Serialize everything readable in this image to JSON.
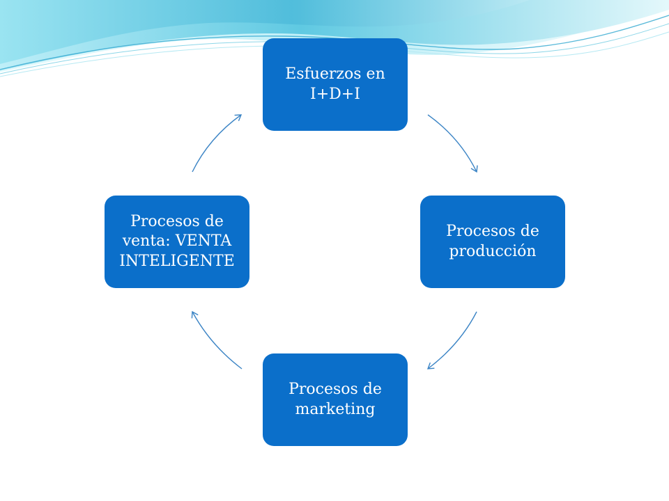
{
  "diagram": {
    "type": "cycle",
    "colors": {
      "node_fill": "#0b6fca",
      "node_text": "#ffffff",
      "connector": "#3b84c5",
      "header_wave_light": "#d7f4fb",
      "header_wave_mid": "#8cdbeb",
      "header_wave_dark": "#35b2d6"
    },
    "nodes": [
      {
        "id": "top",
        "label": "Esfuerzos en I+D+I"
      },
      {
        "id": "right",
        "label": "Procesos de producción"
      },
      {
        "id": "bottom",
        "label": "Procesos de marketing"
      },
      {
        "id": "left",
        "label": "Procesos de venta: VENTA INTELIGENTE"
      }
    ],
    "connectors": [
      {
        "from": "top",
        "to": "right"
      },
      {
        "from": "right",
        "to": "bottom"
      },
      {
        "from": "bottom",
        "to": "left"
      },
      {
        "from": "left",
        "to": "top"
      }
    ]
  }
}
